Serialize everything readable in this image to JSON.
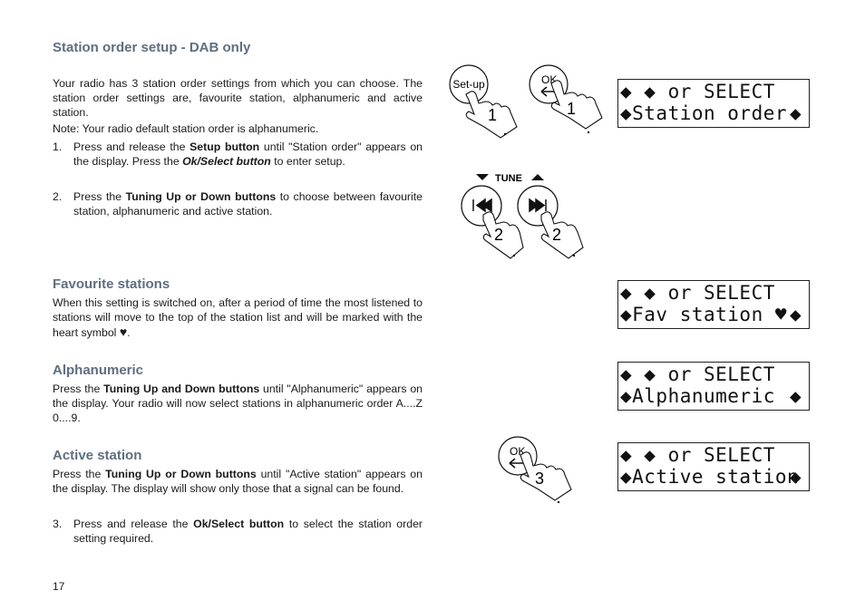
{
  "title": "Station order setup - DAB only",
  "intro": [
    "Your radio has 3 station order settings from which you can choose. The station order settings are, favourite station, alphanumeric and active station.",
    "Note: Your radio default station order is alphanumeric."
  ],
  "steps": [
    {
      "num": "1.",
      "parts": [
        [
          "Press and release the ",
          ""
        ],
        [
          "Setup button",
          "b"
        ],
        [
          " until \"Station order\" appears on the display. Press the ",
          ""
        ],
        [
          "Ok/Select button",
          "bi"
        ],
        [
          " to enter setup.",
          ""
        ]
      ]
    },
    {
      "num": "2.",
      "parts": [
        [
          "Press the ",
          ""
        ],
        [
          "Tuning Up or Down buttons",
          "b"
        ],
        [
          " to choose between favourite station, alphanumeric and active station.",
          ""
        ]
      ]
    }
  ],
  "fav": {
    "heading": "Favourite stations",
    "parts": [
      [
        "When this setting is switched on, after a period of time the most listened to stations will move to the top of the station list and will be marked with the heart symbol ",
        ""
      ],
      [
        "♥",
        "heart"
      ],
      [
        ".",
        ""
      ]
    ]
  },
  "alpha": {
    "heading": "Alphanumeric",
    "parts": [
      [
        "Press the ",
        ""
      ],
      [
        "Tuning Up and Down buttons",
        "b"
      ],
      [
        " until \"Alphanumeric\" appears on the display. Your radio will now select stations in alphanumeric order A....Z 0....9.",
        ""
      ]
    ]
  },
  "active": {
    "heading": "Active station",
    "parts": [
      [
        "Press the ",
        ""
      ],
      [
        "Tuning Up or Down buttons",
        "b"
      ],
      [
        " until \"Active station\" appears on the display. The display will show only those that a signal can be found.",
        ""
      ]
    ]
  },
  "step3": {
    "num": "3.",
    "parts": [
      [
        "Press and release the ",
        ""
      ],
      [
        "Ok/Select button",
        "b"
      ],
      [
        " to select the station order setting required.",
        ""
      ]
    ]
  },
  "page_number": "17",
  "buttons": {
    "setup_label": "Set-up",
    "ok_label": "OK",
    "tune_label": "TUNE",
    "step1": "1",
    "step2": "2",
    "step3": "3"
  },
  "lcd": {
    "top_line": "◆ ◆ or SELECT",
    "station_order": "◆Station order",
    "fav_station": "◆Fav station ♥",
    "alphanumeric": "◆Alphanumeric",
    "active_station": "◆Active station",
    "end_arrow": "◆"
  }
}
